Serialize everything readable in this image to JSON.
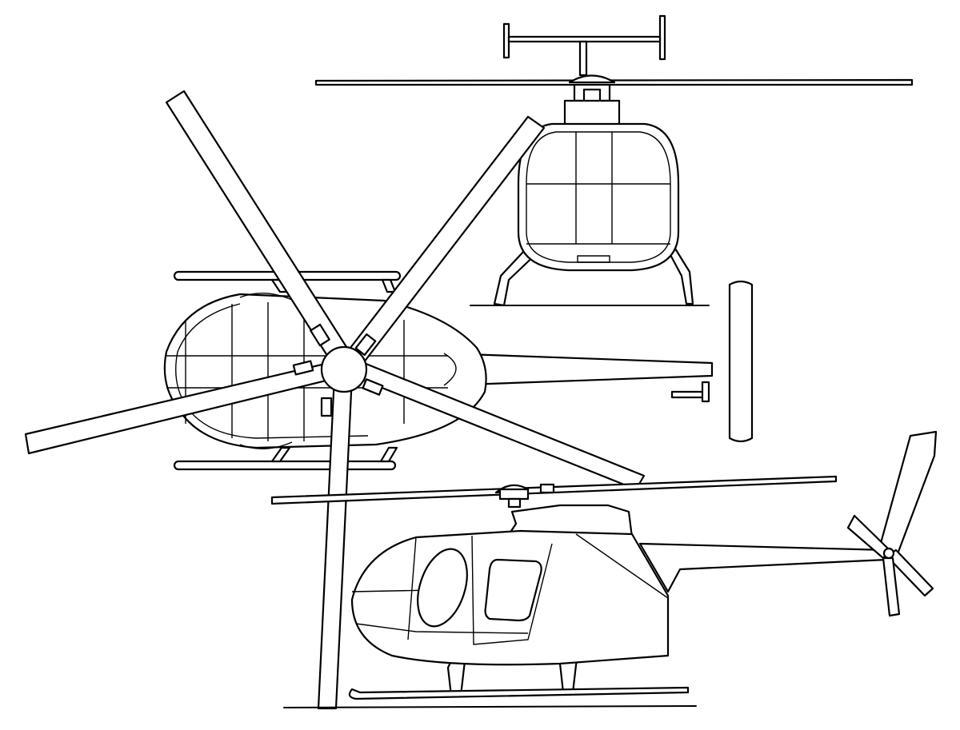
{
  "colors": {
    "line": "#000000",
    "background": "#ffffff"
  },
  "views": [
    "front-view",
    "top-view",
    "side-view"
  ]
}
